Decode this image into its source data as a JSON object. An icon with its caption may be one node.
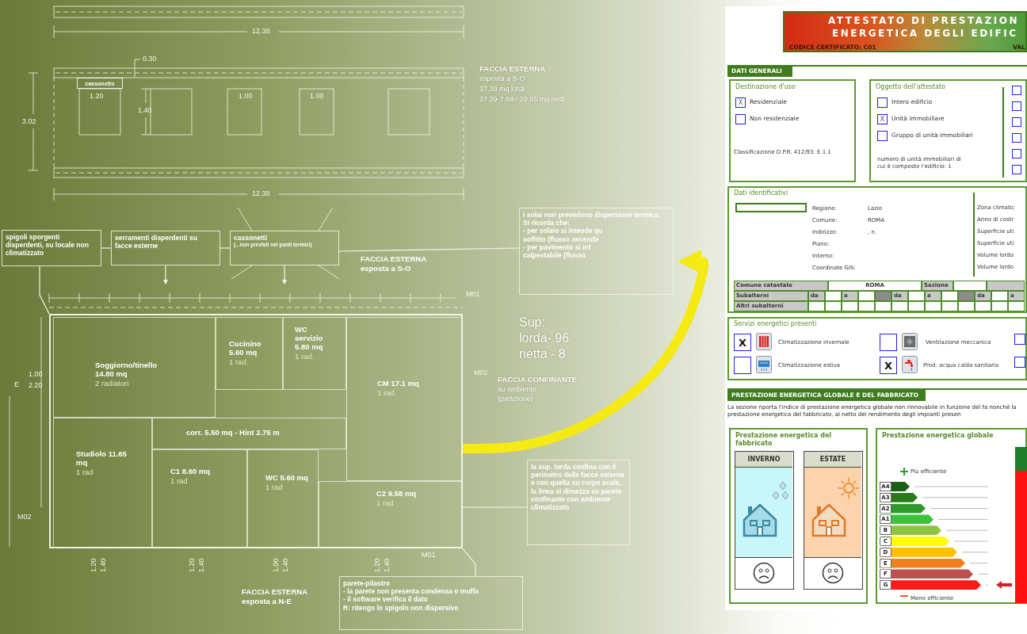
{
  "diagram": {
    "nodes": [
      {
        "text": [],
        "shape": "box"
      },
      {
        "text": [
          "Soggiorno/tinello 14.80 mq",
          "2 radiatori"
        ],
        "in": 0
      },
      {
        "text": [
          "Cucinino 5.60 mq",
          "1 rad."
        ],
        "in": 0
      },
      {
        "text": [
          "WC servizio 5.80 mq",
          "1 rad."
        ],
        "in": 0
      },
      {
        "text": [
          "CM 17.1 mq",
          "1 rad."
        ],
        "in": 0
      },
      {
        "text": [
          "corr. 5.50 mq - Hint 2.75 m"
        ],
        "in": 0
      },
      {
        "text": [
          "Studiolo 11.65 mq",
          "1 rad"
        ],
        "in": 0
      },
      {
        "text": [
          "C1 8.60 mq",
          "1 rad"
        ],
        "in": 0
      },
      {
        "text": [
          "WC 5.60 mq",
          "1 rad"
        ],
        "in": 0
      },
      {
        "text": [
          "C2 9.58 mq",
          "1 rad"
        ],
        "in": 0
      },
      {
        "text": [
          "cassonetto"
        ]
      },
      {
        "text": [
          "spigoli sporgenti disperdenti, su locale non climatizzato"
        ]
      },
      {
        "text": [
          "serramenti disperdenti su facce esterne"
        ]
      },
      {
        "text": [
          "cassonetti",
          "(...non previsti nei ponti termici)"
        ]
      },
      {
        "text": [
          "I solai non prevedono dispersione termica.",
          "Si ricorda che:",
          "- per solaio si intende qu",
          "soffitto (flusso ascende",
          "- per pavimento si int",
          "calpestabile (flusso"
        ]
      },
      {
        "text": [
          "la sup. lorda confina con il perimetro delle facce esterne e con quella su corpo scala, la linea si dimezza su parete confinante con ambiente climatizzato"
        ]
      },
      {
        "text": [
          "parete-pilastro",
          "- la parete non presenta condensa o muffa",
          "- il software verifica il dato",
          "R: ritengo lo spigolo non dispersivo"
        ]
      },
      {
        "text": [],
        "shape": "box"
      },
      {
        "text": [
          "ATTESTATO DI PRESTAZION",
          "ENERGETICA DEGLI EDIFIC",
          "CODICE CERTIFICATO: C01",
          "VAL"
        ],
        "in": 17
      },
      {
        "text": [
          "DATI GENERALI"
        ],
        "in": 17
      },
      {
        "text": [
          "Destinazione d'uso",
          "X",
          "Residenziale",
          "Non residenziale",
          "Classificazione D.P.R. 412/93: E.1.1"
        ],
        "in": 17
      },
      {
        "text": [
          "Oggetto dell'attestato",
          "Intero edificio",
          "X",
          "Unità immobiliare",
          "Gruppo di unità immobiliari",
          "numero di unità immobiliari di cui è composto l'edificio: 1"
        ],
        "in": 17
      },
      {
        "text": [
          "Dati identificativi",
          "Regione:",
          "Lazio",
          "Comune:",
          "ROMA",
          "Indirizzo:",
          ", n.",
          "Piano:",
          "Interno:",
          "Coordinate GIS:",
          "Zona climatic",
          "Anno di costr",
          "Superficie uti",
          "Superficie uti",
          "Volume lordo",
          "Volume lordo",
          "Comune catastale",
          "ROMA",
          "Sezione",
          "Subalterni",
          "da",
          "a",
          "da",
          "a",
          "da",
          "a",
          "Altri subalterni"
        ],
        "in": 17
      },
      {
        "text": [
          "Servizi energetici presenti",
          "X",
          "Climatizzazione invernale",
          "Ventilazione meccanica",
          "Climatizzazione estiva",
          "X",
          "Prod. acqua calda sanitaria"
        ],
        "in": 17
      },
      {
        "text": [
          "PRESTAZIONE ENERGETICA GLOBALE E DEL FABBRICATO"
        ],
        "in": 17
      },
      {
        "text": [
          "Prestazione energetica del fabbricato"
        ],
        "in": 17
      },
      {
        "text": [
          "INVERNO"
        ],
        "in": 25
      },
      {
        "text": [
          "ESTATE"
        ],
        "in": 25
      },
      {
        "text": [
          "Prestazione energetica globale",
          "Più efficiente",
          "Meno efficiente"
        ],
        "in": 17
      },
      {
        "text": [
          "A4"
        ],
        "in": 28
      },
      {
        "text": [
          "A3"
        ],
        "in": 28
      },
      {
        "text": [
          "A2"
        ],
        "in": 28
      },
      {
        "text": [
          "A1"
        ],
        "in": 28
      },
      {
        "text": [
          "B"
        ],
        "in": 28
      },
      {
        "text": [
          "C"
        ],
        "in": 28
      },
      {
        "text": [
          "D"
        ],
        "in": 28
      },
      {
        "text": [
          "E"
        ],
        "in": 28
      },
      {
        "text": [
          "F"
        ],
        "in": 28
      },
      {
        "text": [
          "G"
        ],
        "in": 28
      },
      {
        "text": [],
        "shape": "box",
        "in": 28
      }
    ],
    "edges": [
      {
        "from": 0,
        "to": 17,
        "arrow": "to",
        "style": "thick",
        "color": "#f5ea14"
      },
      {
        "from": 11,
        "to": 12,
        "arrow": "none"
      },
      {
        "from": 12,
        "to": 13,
        "arrow": "none"
      },
      {
        "from": 13,
        "to": 14,
        "arrow": "none"
      },
      {
        "from": 12,
        "to": null,
        "arrow": "to"
      },
      {
        "from": 13,
        "to": null,
        "arrow": "to"
      },
      {
        "from": 11,
        "to": 0,
        "arrow": "none"
      },
      {
        "from": 15,
        "to": 0,
        "arrow": "none"
      },
      {
        "from": 16,
        "to": 0,
        "arrow": "none"
      }
    ],
    "labels": [
      "12.38",
      "0.30",
      "1.20",
      "1.40",
      "1.00",
      "1.00",
      "3.02",
      "FACCIA ESTERNA",
      "esposta a S-O",
      "37.39 mq lordi",
      "37.39-7.64= 29.55 mq netti",
      "12.38",
      "FACCIA ESTERNA",
      "esposta a S-O",
      "M01",
      "Sup:",
      "lorda- 96",
      "netta - 8",
      "1.00",
      "E",
      "2.20",
      "M02",
      "FACCIA CONFINANTE",
      "su ambiente",
      "(partizione)",
      "La sezione riporta l'indice di prestazione energetica globale non rinnovabile in funzione del fa nonché la prestazione energetica del fabbricato, al netto del rendimento degli impianti presen",
      "M02",
      "1.20",
      "1.40",
      "1.20",
      "1.40",
      "1.00",
      "1.40",
      "1.20",
      "1.40",
      "M01",
      "FACCIA ESTERNA",
      "esposta a N-E"
    ]
  }
}
